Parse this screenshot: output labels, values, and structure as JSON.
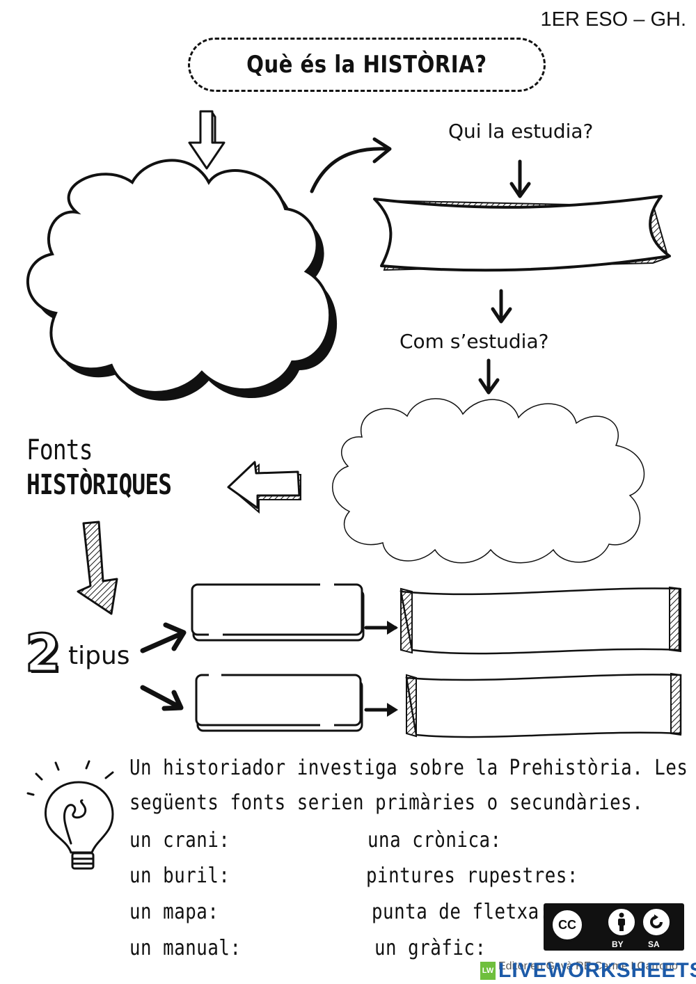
{
  "header": {
    "course_code": "1ER ESO – GH."
  },
  "title": "Què és la HISTÒRIA?",
  "questions": {
    "who": "Qui la estudia?",
    "how": "Com s’estudia?"
  },
  "sources": {
    "line1": "Fonts",
    "line2": "HISTÒRIQUES"
  },
  "types": {
    "number": "2",
    "word": "tipus"
  },
  "exercise": {
    "intro_line1": "Un historiador investiga sobre la Prehistòria. Les",
    "intro_line2": "següents fonts serien primàries o secundàries.",
    "items_left": [
      "un crani:",
      "un buril:",
      "un mapa:",
      "un manual:"
    ],
    "items_right": [
      "una crònica:",
      "pintures rupestres:",
      "punta de fletxa:",
      "un gràfic:"
    ]
  },
  "license": {
    "cc": "CC",
    "by": "BY",
    "sa": "SA"
  },
  "footer": {
    "brand": "LIVEWORKSHEETS",
    "brand_badge": "LW",
    "author": "Editor en Gavà RE Carme I Garrono"
  },
  "icons": [
    "down-arrow-icon",
    "curved-arrow-icon",
    "left-arrow-icon",
    "diagonal-arrow-icon",
    "lightbulb-icon",
    "cc-by-sa-icon"
  ]
}
